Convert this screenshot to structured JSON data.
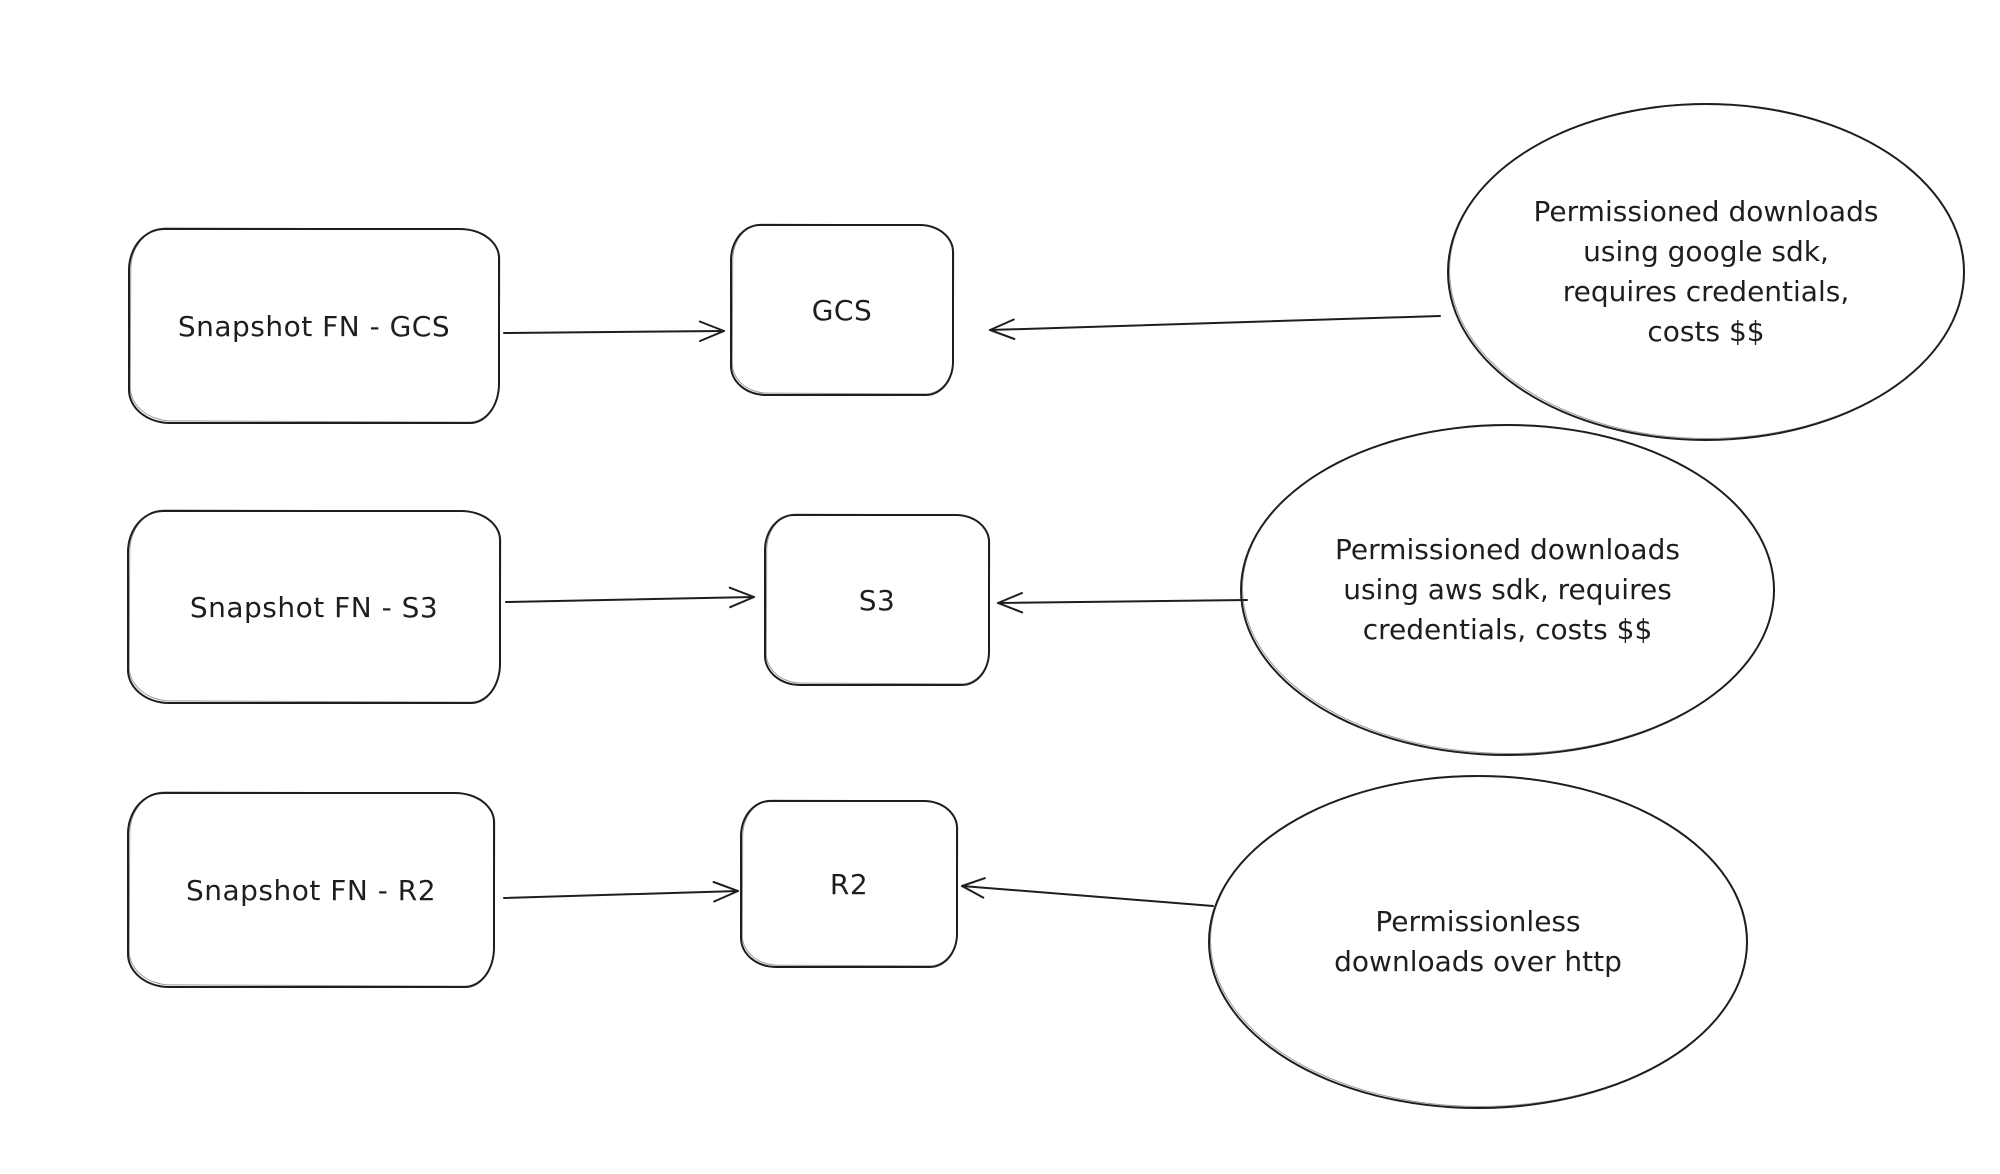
{
  "diagram": {
    "background_color": "#ffffff",
    "stroke_color": "#1e1e1e",
    "rows": [
      {
        "source_label": "Snapshot FN - GCS",
        "store_label": "GCS",
        "bubble_lines": {
          "0": "Permissioned downloads",
          "1": "using google sdk,",
          "2": "requires credentials,",
          "3": "costs $$"
        }
      },
      {
        "source_label": "Snapshot FN - S3",
        "store_label": "S3",
        "bubble_lines": {
          "0": "Permissioned downloads",
          "1": "using aws sdk, requires",
          "2": "credentials, costs $$"
        }
      },
      {
        "source_label": "Snapshot FN - R2",
        "store_label": "R2",
        "bubble_lines": {
          "0": "Permissionless",
          "1": "downloads over http"
        }
      }
    ]
  }
}
